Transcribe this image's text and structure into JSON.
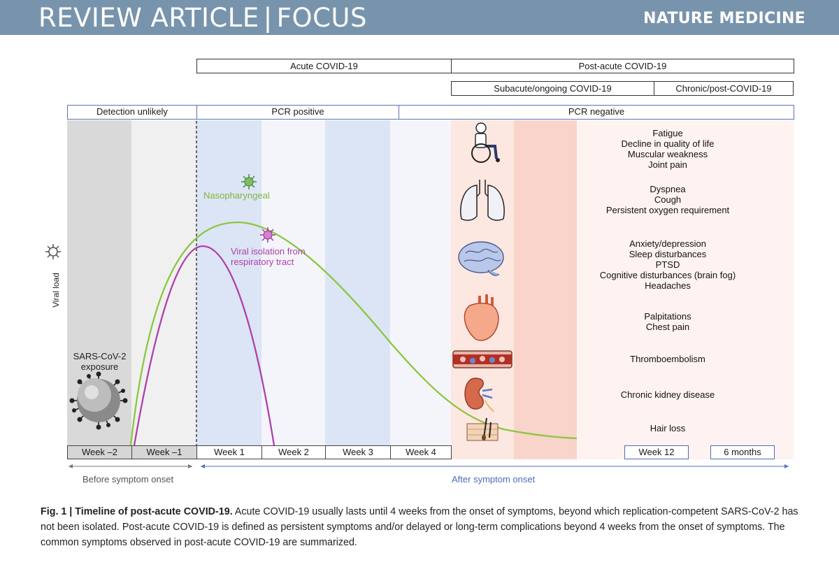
{
  "header": {
    "left_a": "REVIEW ARTICLE",
    "left_sep": "|",
    "left_b": "FOCUS",
    "right": "NATURE MEDICINE"
  },
  "phases": {
    "acute": "Acute COVID-19",
    "post_acute": "Post-acute COVID-19",
    "subacute": "Subacute/ongoing COVID-19",
    "chronic": "Chronic/post-COVID-19"
  },
  "detection": {
    "unlikely": "Detection unlikely",
    "pcr_pos": "PCR positive",
    "pcr_neg": "PCR negative"
  },
  "curves": {
    "nasopharyngeal": "Nasopharyngeal",
    "viral_isolation": "Viral isolation from respiratory tract"
  },
  "axis": {
    "ylabel": "Viral load"
  },
  "exposure": "SARS-CoV-2 exposure",
  "weeks": [
    "Week –2",
    "Week –1",
    "Week 1",
    "Week 2",
    "Week 3",
    "Week 4",
    "Week 12",
    "6 months"
  ],
  "arrows": {
    "before": "Before symptom onset",
    "after": "After symptom onset"
  },
  "symptoms": [
    [
      "Fatigue",
      "Decline in quality of life",
      "Muscular weakness",
      "Joint pain"
    ],
    [
      "Dyspnea",
      "Cough",
      "Persistent oxygen requirement"
    ],
    [
      "Anxiety/depression",
      "Sleep disturbances",
      "PTSD",
      "Cognitive disturbances (brain fog)",
      "Headaches"
    ],
    [
      "Palpitations",
      "Chest pain"
    ],
    [
      "Thromboembolism"
    ],
    [
      "Chronic kidney disease"
    ],
    [
      "Hair loss"
    ]
  ],
  "caption": {
    "label": "Fig. 1 | Timeline of post-acute COVID-19.",
    "text": " Acute COVID-19 usually lasts until 4 weeks from the onset of symptoms, beyond which replication-competent SARS-CoV-2 has not been isolated. Post-acute COVID-19 is defined as persistent symptoms and/or delayed or long-term complications beyond 4 weeks from the onset of symptoms. The common symptoms observed in post-acute COVID-19 are summarized."
  },
  "colors": {
    "header": "#7894ac",
    "green": "#8cc63f",
    "purple": "#b040a8",
    "blue_box": "#5a72b8"
  }
}
